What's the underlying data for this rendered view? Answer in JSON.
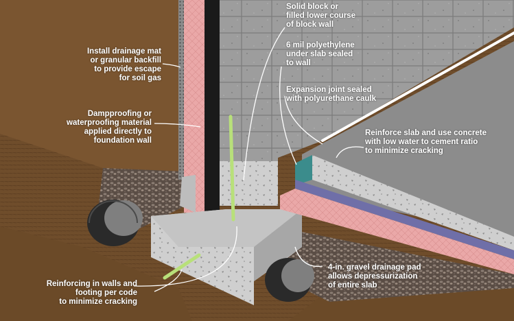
{
  "labels": {
    "drainage_mat": "Install drainage mat\nor granular backfill\nto provide escape\nfor soil gas",
    "dampproofing": "Dampproofing or\nwaterproofing material\napplied directly to\nfoundation wall",
    "solid_block": "Solid block or\nfilled lower course\nof block wall",
    "polyethylene": "6 mil polyethylene\nunder slab sealed\nto wall",
    "expansion_joint": "Expansion joint sealed\nwith polyurethane caulk",
    "reinforce_slab": "Reinforce slab and use concrete\nwith low water to cement ratio\nto minimize cracking",
    "reinforcing_walls": "Reinforcing in walls and\nfooting per code\nto minimize cracking",
    "gravel_pad": "4-in. gravel drainage pad\nallows depressurization\nof entire slab"
  },
  "colors": {
    "soil": "#6b4a2a",
    "insulation": "#e8a7a7",
    "block": "#9a9a9a",
    "concrete": "#c9c9c9",
    "polyethylene": "#6f6fa8",
    "slab_top": "#8c8c8c",
    "rebar": "#b8e07a"
  }
}
